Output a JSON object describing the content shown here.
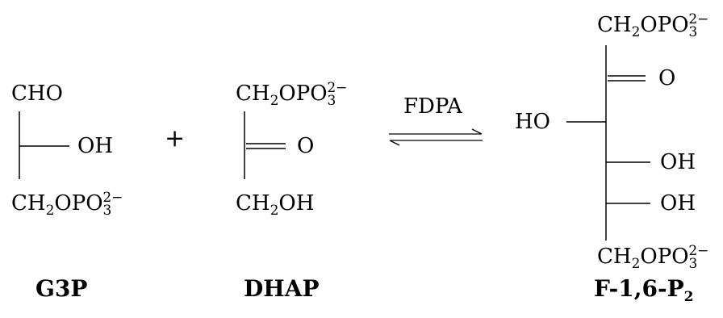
{
  "g3p": {
    "top": "CHO",
    "side": "OH",
    "bottom_main": "CH",
    "bottom_sub1": "2",
    "bottom_mid": "OPO",
    "bottom_sub2": "3",
    "bottom_sup": "2−",
    "label": "G3P"
  },
  "plus": "+",
  "dhap": {
    "top_main": "CH",
    "top_sub1": "2",
    "top_mid": "OPO",
    "top_sub2": "3",
    "top_sup": "2−",
    "side": "O",
    "bottom_main": "CH",
    "bottom_sub": "2",
    "bottom_end": "OH",
    "label": "DHAP"
  },
  "arrow": {
    "enzyme": "FDPA"
  },
  "f16p2": {
    "top_main": "CH",
    "top_sub1": "2",
    "top_mid": "OPO",
    "top_sub2": "3",
    "top_sup": "2−",
    "ketone": "O",
    "left": "HO",
    "oh1": "OH",
    "oh2": "OH",
    "bottom_main": "CH",
    "bottom_sub1": "2",
    "bottom_mid": "OPO",
    "bottom_sub2": "3",
    "bottom_sup": "2−",
    "label_main": "F-1,6-P",
    "label_sub": "2"
  }
}
